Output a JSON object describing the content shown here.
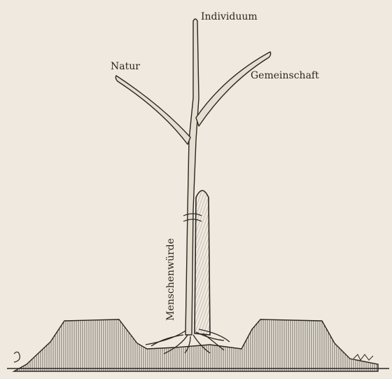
{
  "labels": {
    "top": "Individuum",
    "left": "Natur",
    "right": "Gemeinschaft",
    "stake": "Menschenwürde"
  },
  "colors": {
    "paper": "#efe9df",
    "ink": "#2a2622",
    "hatch": "#4a443d"
  }
}
